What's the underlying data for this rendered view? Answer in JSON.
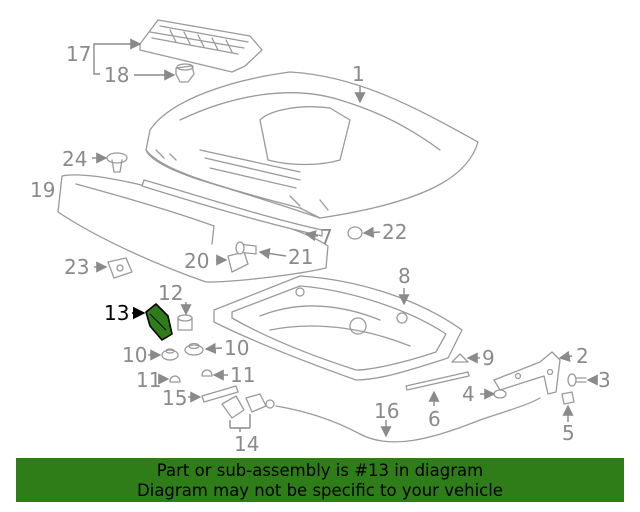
{
  "highlighted_part": "13",
  "callouts": {
    "c1": "1",
    "c2": "2",
    "c3": "3",
    "c4": "4",
    "c5": "5",
    "c6": "6",
    "c7": "7",
    "c8": "8",
    "c9": "9",
    "c10a": "10",
    "c10b": "10",
    "c11a": "11",
    "c11b": "11",
    "c12": "12",
    "c13": "13",
    "c14": "14",
    "c15": "15",
    "c16": "16",
    "c17": "17",
    "c18": "18",
    "c19": "19",
    "c20": "20",
    "c21": "21",
    "c22": "22",
    "c23": "23",
    "c24": "24"
  },
  "banner": {
    "line1": "Part or sub-assembly is #13 in diagram",
    "line2": "Diagram may not be specific to your vehicle"
  },
  "colors": {
    "banner_bg": "#2e7d18",
    "highlight": "#2e7d18",
    "line_art": "#9a9a9a"
  }
}
